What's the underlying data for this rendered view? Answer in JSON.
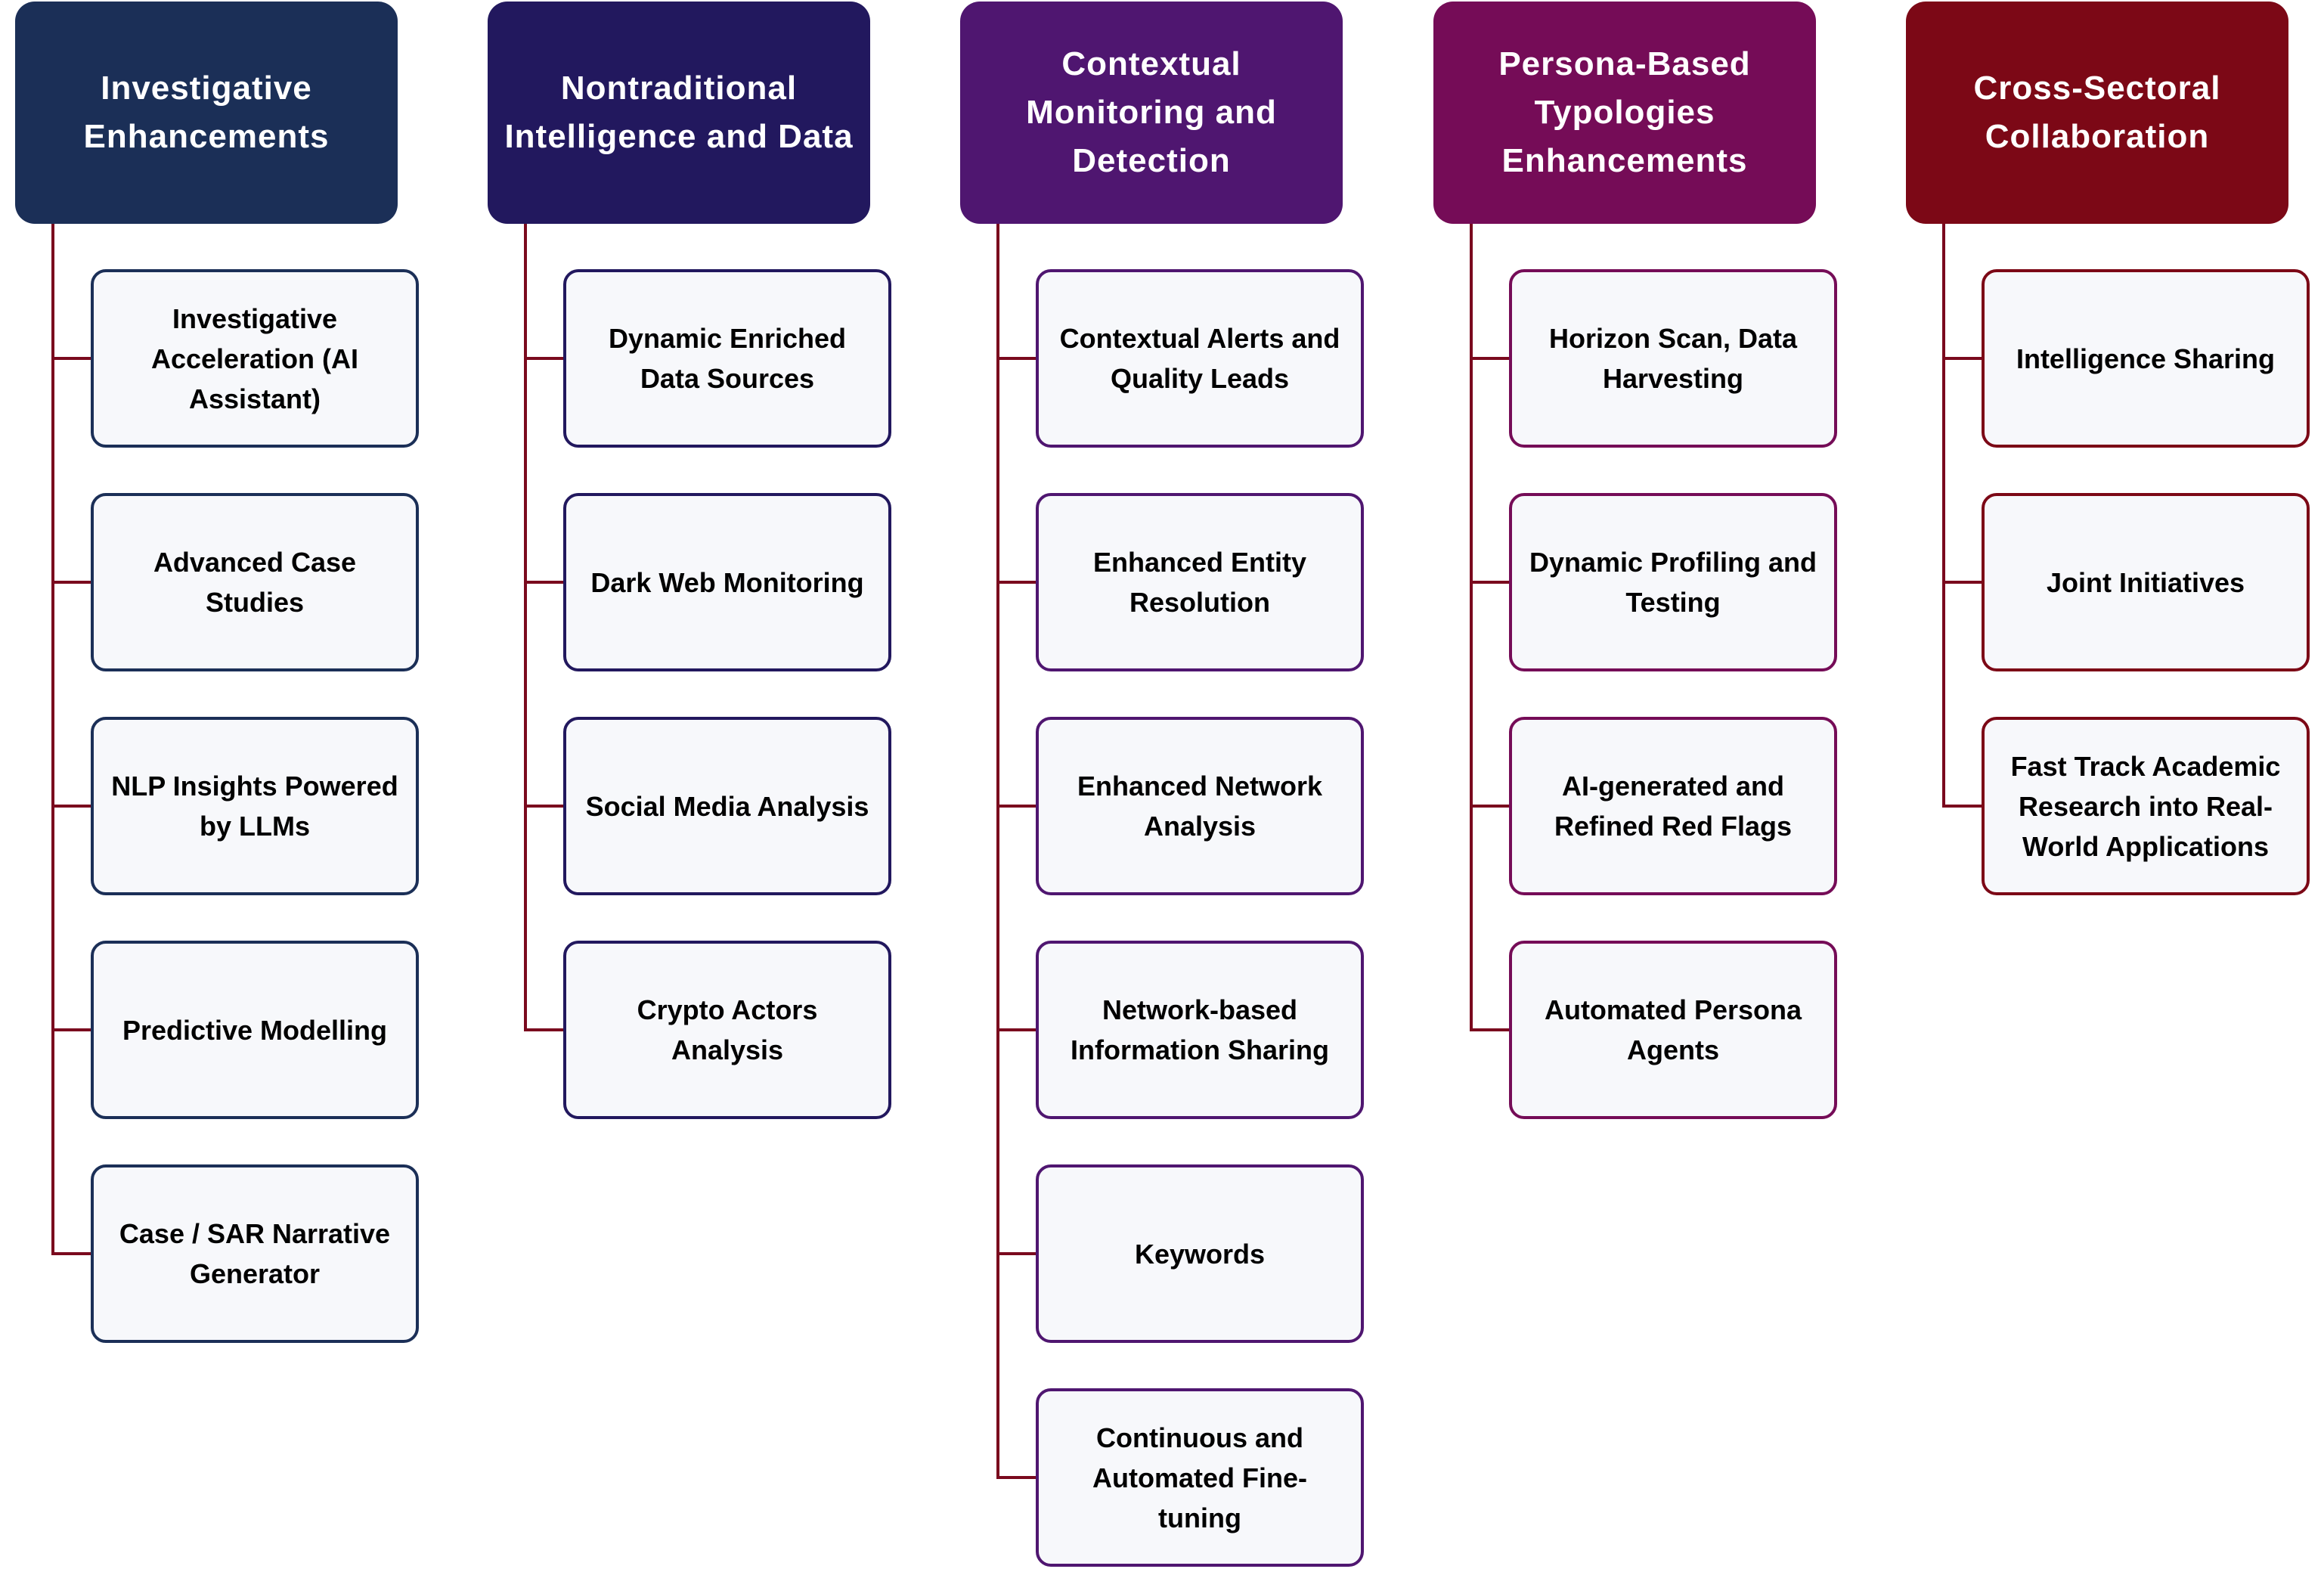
{
  "columns": [
    {
      "title": "Investigative Enhancements",
      "color": "#1b2f57",
      "items": [
        "Investigative Acceleration (AI Assistant)",
        "Advanced Case Studies",
        "NLP Insights Powered by LLMs",
        "Predictive Modelling",
        "Case / SAR Narrative Generator"
      ]
    },
    {
      "title": "Nontraditional Intelligence and Data",
      "color": "#22185e",
      "items": [
        "Dynamic Enriched Data Sources",
        "Dark Web Monitoring",
        "Social Media Analysis",
        "Crypto Actors Analysis"
      ]
    },
    {
      "title": "Contextual Monitoring and Detection",
      "color": "#4f1670",
      "items": [
        "Contextual Alerts and Quality Leads",
        "Enhanced Entity Resolution",
        "Enhanced Network Analysis",
        "Network-based Information Sharing",
        "Keywords",
        "Continuous and Automated Fine-tuning"
      ]
    },
    {
      "title": "Persona-Based Typologies Enhancements",
      "color": "#750c57",
      "items": [
        "Horizon Scan, Data Harvesting",
        "Dynamic Profiling and Testing",
        "AI-generated and Refined Red Flags",
        "Automated Persona Agents"
      ]
    },
    {
      "title": "Cross-Sectoral Collaboration",
      "color": "#7c0816",
      "items": [
        "Intelligence Sharing",
        "Joint Initiatives",
        "Fast Track Academic Research into Real-World Applications"
      ]
    }
  ],
  "connector_color": "#7a0a1e"
}
